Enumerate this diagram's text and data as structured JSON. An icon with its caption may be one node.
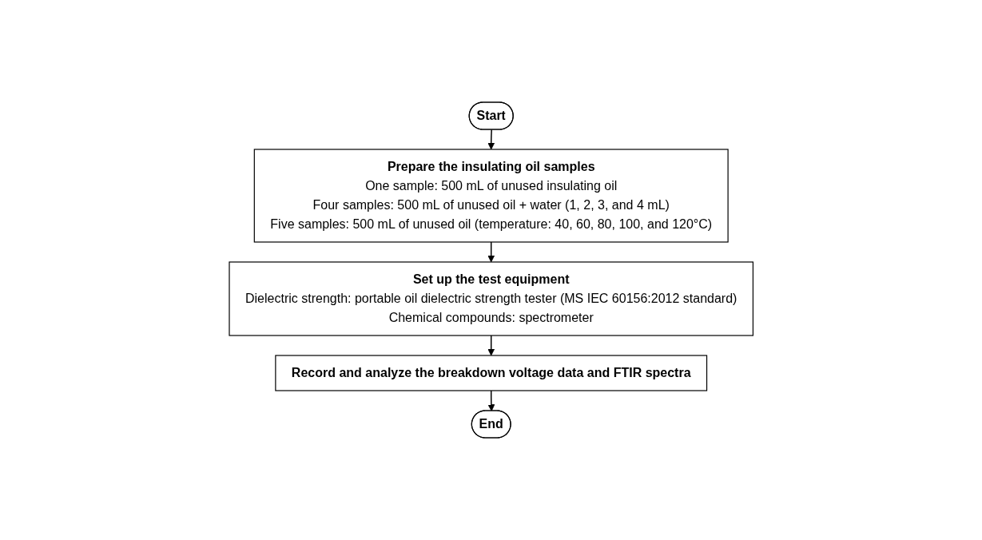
{
  "diagram": {
    "nodes": [
      {
        "text": [
          "Start"
        ]
      },
      {
        "text": [
          "Prepare the insulating oil samples",
          "One sample: 500 mL of unused insulating oil",
          "Four samples: 500 mL of unused oil + water (1, 2, 3, and 4 mL)",
          "Five samples: 500 mL of unused oil  (temperature: 40, 60, 80, 100, and 120°C)"
        ]
      },
      {
        "text": [
          "Set up the test equipment",
          "Dielectric strength: portable oil dielectric strength tester (MS IEC 60156:2012 standard)",
          "Chemical compounds: spectrometer"
        ]
      },
      {
        "text": [
          "Record and analyze the breakdown voltage data and FTIR spectra"
        ]
      },
      {
        "text": [
          "End"
        ]
      }
    ],
    "edges": [
      {
        "from": 0,
        "to": 1,
        "arrow": "to"
      },
      {
        "from": 1,
        "to": 2,
        "arrow": "to"
      },
      {
        "from": 2,
        "to": 3,
        "arrow": "to"
      },
      {
        "from": 3,
        "to": 4,
        "arrow": "to"
      }
    ]
  }
}
